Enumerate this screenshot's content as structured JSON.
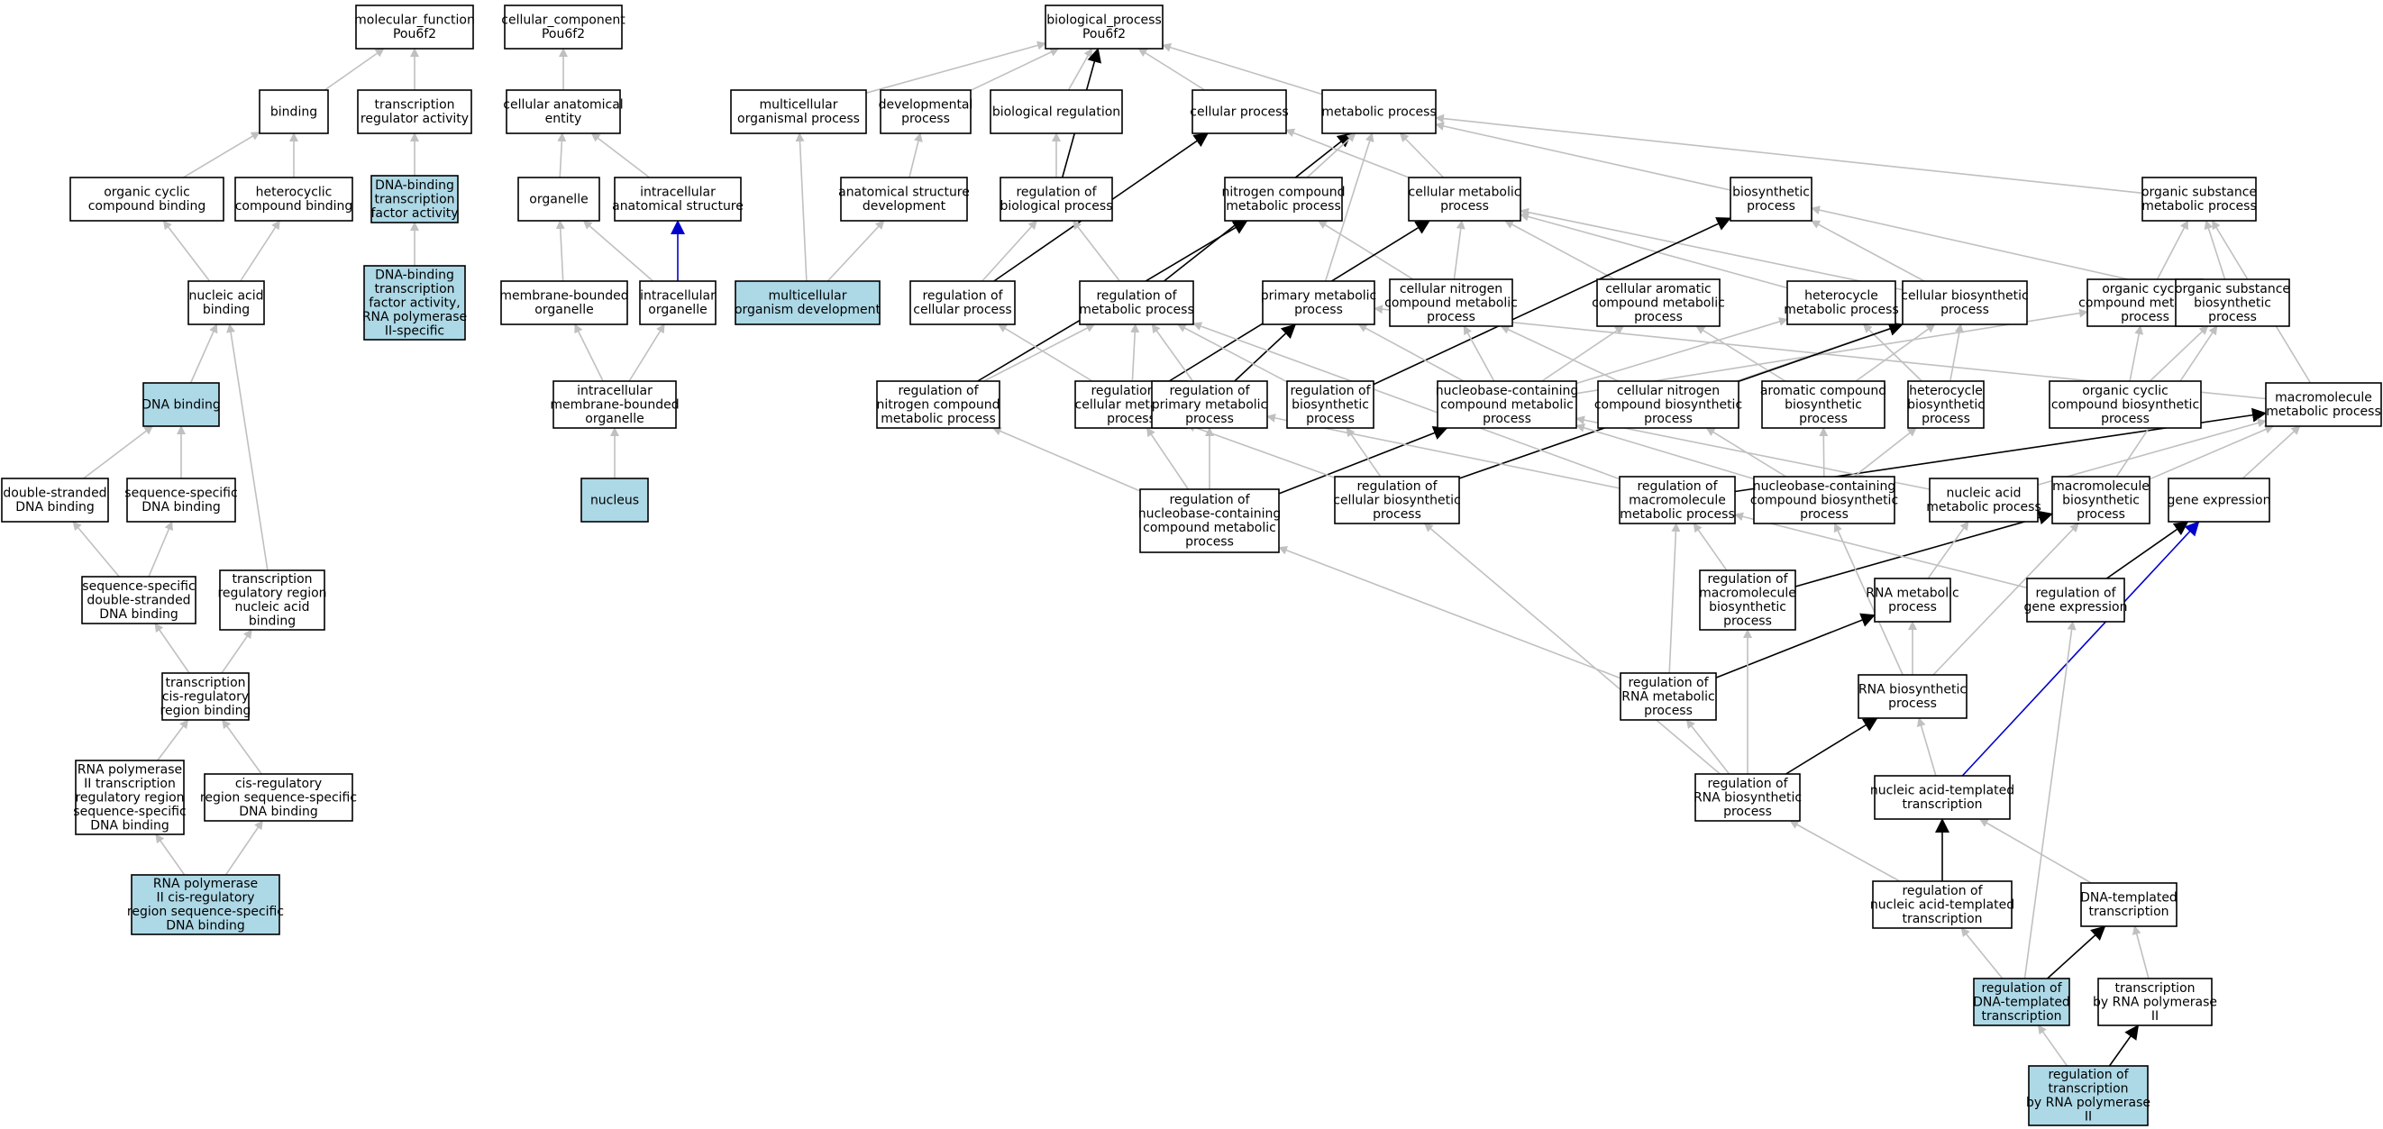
{
  "colors": {
    "plain": "#ffffff",
    "highlight": "#add8e6",
    "gray": "#c0c0c0",
    "black": "#000000",
    "blue": "#0000cc"
  },
  "nodes": {
    "mf": {
      "lines": [
        "molecular_function",
        "Pou6f2"
      ]
    },
    "cc": {
      "lines": [
        "cellular_component",
        "Pou6f2"
      ]
    },
    "bp": {
      "lines": [
        "biological_process",
        "Pou6f2"
      ]
    },
    "binding": {
      "lines": [
        "binding"
      ]
    },
    "tra": {
      "lines": [
        "transcription",
        "regulator activity"
      ]
    },
    "cae": {
      "lines": [
        "cellular anatomical",
        "entity"
      ]
    },
    "mop": {
      "lines": [
        "multicellular",
        "organismal process"
      ]
    },
    "dp": {
      "lines": [
        "developmental",
        "process"
      ]
    },
    "br": {
      "lines": [
        "biological regulation"
      ]
    },
    "cp": {
      "lines": [
        "cellular process"
      ]
    },
    "mp": {
      "lines": [
        "metabolic process"
      ]
    },
    "occb": {
      "lines": [
        "organic cyclic",
        "compound binding"
      ]
    },
    "hcb": {
      "lines": [
        "heterocyclic",
        "compound binding"
      ]
    },
    "dbtfa": {
      "lines": [
        "DNA-binding",
        "transcription",
        "factor activity"
      ],
      "highlight": true
    },
    "organelle": {
      "lines": [
        "organelle"
      ]
    },
    "ias": {
      "lines": [
        "intracellular",
        "anatomical structure"
      ]
    },
    "asd": {
      "lines": [
        "anatomical structure",
        "development"
      ]
    },
    "rbp": {
      "lines": [
        "regulation of",
        "biological process"
      ]
    },
    "ncmp": {
      "lines": [
        "nitrogen compound",
        "metabolic process"
      ]
    },
    "cmp": {
      "lines": [
        "cellular metabolic",
        "process"
      ]
    },
    "bsp": {
      "lines": [
        "biosynthetic",
        "process"
      ]
    },
    "osmp": {
      "lines": [
        "organic substance",
        "metabolic process"
      ]
    },
    "nab": {
      "lines": [
        "nucleic acid",
        "binding"
      ]
    },
    "dbtfa2": {
      "lines": [
        "DNA-binding",
        "transcription",
        "factor activity,",
        "RNA polymerase",
        "II-specific"
      ],
      "highlight": true
    },
    "mbo": {
      "lines": [
        "membrane-bounded",
        "organelle"
      ]
    },
    "io": {
      "lines": [
        "intracellular",
        "organelle"
      ]
    },
    "mod": {
      "lines": [
        "multicellular",
        "organism development"
      ],
      "highlight": true
    },
    "rcp": {
      "lines": [
        "regulation of",
        "cellular process"
      ]
    },
    "rmp": {
      "lines": [
        "regulation of",
        "metabolic process"
      ]
    },
    "pmp": {
      "lines": [
        "primary metabolic",
        "process"
      ]
    },
    "cncmp": {
      "lines": [
        "cellular nitrogen",
        "compound metabolic",
        "process"
      ]
    },
    "cacmp": {
      "lines": [
        "cellular aromatic",
        "compound metabolic",
        "process"
      ]
    },
    "hmp": {
      "lines": [
        "heterocycle",
        "metabolic process"
      ]
    },
    "cbp": {
      "lines": [
        "cellular biosynthetic",
        "process"
      ]
    },
    "occmp": {
      "lines": [
        "organic cyclic",
        "compound metabolic",
        "process"
      ]
    },
    "osbp": {
      "lines": [
        "organic substance",
        "biosynthetic",
        "process"
      ]
    },
    "dnab": {
      "lines": [
        "DNA binding"
      ],
      "highlight": true
    },
    "imbo": {
      "lines": [
        "intracellular",
        "membrane-bounded",
        "organelle"
      ]
    },
    "rncmp": {
      "lines": [
        "regulation of",
        "nitrogen compound",
        "metabolic process"
      ]
    },
    "rcmp": {
      "lines": [
        "regulation of",
        "cellular metabolic",
        "process"
      ]
    },
    "rpmp": {
      "lines": [
        "regulation of",
        "primary metabolic",
        "process"
      ]
    },
    "rbsp": {
      "lines": [
        "regulation of",
        "biosynthetic",
        "process"
      ]
    },
    "nbcmp": {
      "lines": [
        "nucleobase-containing",
        "compound metabolic",
        "process"
      ]
    },
    "cncbp": {
      "lines": [
        "cellular nitrogen",
        "compound biosynthetic",
        "process"
      ]
    },
    "acbp": {
      "lines": [
        "aromatic compound",
        "biosynthetic",
        "process"
      ]
    },
    "hbp": {
      "lines": [
        "heterocycle",
        "biosynthetic",
        "process"
      ]
    },
    "occbp": {
      "lines": [
        "organic cyclic",
        "compound biosynthetic",
        "process"
      ]
    },
    "mmp": {
      "lines": [
        "macromolecule",
        "metabolic process"
      ]
    },
    "dsdb": {
      "lines": [
        "double-stranded",
        "DNA binding"
      ]
    },
    "ssdb": {
      "lines": [
        "sequence-specific",
        "DNA binding"
      ]
    },
    "nucleus": {
      "lines": [
        "nucleus"
      ],
      "highlight": true
    },
    "rnbcmp": {
      "lines": [
        "regulation of",
        "nucleobase-containing",
        "compound metabolic",
        "process"
      ]
    },
    "rcbp": {
      "lines": [
        "regulation of",
        "cellular biosynthetic",
        "process"
      ]
    },
    "rmmp": {
      "lines": [
        "regulation of",
        "macromolecule",
        "metabolic process"
      ]
    },
    "nbcbp": {
      "lines": [
        "nucleobase-containing",
        "compound biosynthetic",
        "process"
      ]
    },
    "namp": {
      "lines": [
        "nucleic acid",
        "metabolic process"
      ]
    },
    "mbp": {
      "lines": [
        "macromolecule",
        "biosynthetic",
        "process"
      ]
    },
    "ge": {
      "lines": [
        "gene expression"
      ]
    },
    "ssdsdb": {
      "lines": [
        "sequence-specific",
        "double-stranded",
        "DNA binding"
      ]
    },
    "trrnab": {
      "lines": [
        "transcription",
        "regulatory region",
        "nucleic acid",
        "binding"
      ]
    },
    "rmbp": {
      "lines": [
        "regulation of",
        "macromolecule",
        "biosynthetic",
        "process"
      ]
    },
    "rnamp": {
      "lines": [
        "RNA metabolic",
        "process"
      ]
    },
    "rge": {
      "lines": [
        "regulation of",
        "gene expression"
      ]
    },
    "tcrrb": {
      "lines": [
        "transcription",
        "cis-regulatory",
        "region binding"
      ]
    },
    "rrmp": {
      "lines": [
        "regulation of",
        "RNA metabolic",
        "process"
      ]
    },
    "rnabp": {
      "lines": [
        "RNA biosynthetic",
        "process"
      ]
    },
    "rnap2": {
      "lines": [
        "RNA polymerase",
        "II transcription",
        "regulatory region",
        "sequence-specific",
        "DNA binding"
      ]
    },
    "crrssdb": {
      "lines": [
        "cis-regulatory",
        "region sequence-specific",
        "DNA binding"
      ]
    },
    "rrbp": {
      "lines": [
        "regulation of",
        "RNA biosynthetic",
        "process"
      ]
    },
    "natt": {
      "lines": [
        "nucleic acid-templated",
        "transcription"
      ]
    },
    "rnap2crr": {
      "lines": [
        "RNA polymerase",
        "II cis-regulatory",
        "region sequence-specific",
        "DNA binding"
      ],
      "highlight": true
    },
    "rnatt": {
      "lines": [
        "regulation of",
        "nucleic acid-templated",
        "transcription"
      ]
    },
    "dtt": {
      "lines": [
        "DNA-templated",
        "transcription"
      ]
    },
    "rdtt": {
      "lines": [
        "regulation of",
        "DNA-templated",
        "transcription"
      ],
      "highlight": true
    },
    "trp2": {
      "lines": [
        "transcription",
        "by RNA polymerase",
        "II"
      ]
    },
    "rtrp2": {
      "lines": [
        "regulation of",
        "transcription",
        "by RNA polymerase",
        "II"
      ],
      "highlight": true
    }
  },
  "edges": [
    [
      "binding",
      "mf",
      "g"
    ],
    [
      "tra",
      "mf",
      "g"
    ],
    [
      "occb",
      "binding",
      "g"
    ],
    [
      "hcb",
      "binding",
      "g"
    ],
    [
      "dbtfa",
      "tra",
      "g"
    ],
    [
      "dbtfa2",
      "dbtfa",
      "g"
    ],
    [
      "nab",
      "occb",
      "g"
    ],
    [
      "nab",
      "hcb",
      "g"
    ],
    [
      "dnab",
      "nab",
      "g"
    ],
    [
      "dsdb",
      "dnab",
      "g"
    ],
    [
      "ssdb",
      "dnab",
      "g"
    ],
    [
      "ssdsdb",
      "dsdb",
      "g"
    ],
    [
      "ssdsdb",
      "ssdb",
      "g"
    ],
    [
      "trrnab",
      "nab",
      "g"
    ],
    [
      "tcrrb",
      "ssdsdb",
      "g"
    ],
    [
      "tcrrb",
      "trrnab",
      "g"
    ],
    [
      "rnap2",
      "tcrrb",
      "g"
    ],
    [
      "crrssdb",
      "tcrrb",
      "g"
    ],
    [
      "rnap2crr",
      "rnap2",
      "g"
    ],
    [
      "rnap2crr",
      "crrssdb",
      "g"
    ],
    [
      "cae",
      "cc",
      "g"
    ],
    [
      "organelle",
      "cae",
      "g"
    ],
    [
      "ias",
      "cae",
      "g"
    ],
    [
      "mbo",
      "organelle",
      "g"
    ],
    [
      "io",
      "organelle",
      "g"
    ],
    [
      "io",
      "ias",
      "b"
    ],
    [
      "imbo",
      "mbo",
      "g"
    ],
    [
      "imbo",
      "io",
      "g"
    ],
    [
      "nucleus",
      "imbo",
      "g"
    ],
    [
      "mop",
      "bp",
      "g"
    ],
    [
      "dp",
      "bp",
      "g"
    ],
    [
      "br",
      "bp",
      "g"
    ],
    [
      "cp",
      "bp",
      "g"
    ],
    [
      "mp",
      "bp",
      "g"
    ],
    [
      "rbp",
      "bp",
      "k"
    ],
    [
      "asd",
      "dp",
      "g"
    ],
    [
      "rbp",
      "br",
      "g"
    ],
    [
      "mod",
      "mop",
      "g"
    ],
    [
      "mod",
      "asd",
      "g"
    ],
    [
      "rcp",
      "rbp",
      "g"
    ],
    [
      "rcp",
      "cp",
      "k"
    ],
    [
      "rmp",
      "rbp",
      "g"
    ],
    [
      "rmp",
      "mp",
      "k"
    ],
    [
      "ncmp",
      "mp",
      "g"
    ],
    [
      "cmp",
      "mp",
      "g"
    ],
    [
      "cmp",
      "cp",
      "g"
    ],
    [
      "pmp",
      "mp",
      "g"
    ],
    [
      "bsp",
      "mp",
      "g"
    ],
    [
      "osmp",
      "mp",
      "g"
    ],
    [
      "rncmp",
      "ncmp",
      "k"
    ],
    [
      "rncmp",
      "rmp",
      "g"
    ],
    [
      "cncmp",
      "ncmp",
      "g"
    ],
    [
      "cncmp",
      "cmp",
      "g"
    ],
    [
      "cacmp",
      "cmp",
      "g"
    ],
    [
      "hmp",
      "cmp",
      "g"
    ],
    [
      "cbp",
      "cmp",
      "g"
    ],
    [
      "cbp",
      "bsp",
      "g"
    ],
    [
      "occmp",
      "osmp",
      "g"
    ],
    [
      "osbp",
      "osmp",
      "g"
    ],
    [
      "osbp",
      "bsp",
      "g"
    ],
    [
      "rcmp",
      "rmp",
      "g"
    ],
    [
      "rcmp",
      "rcp",
      "g"
    ],
    [
      "rcmp",
      "cmp",
      "k"
    ],
    [
      "rpmp",
      "rmp",
      "g"
    ],
    [
      "rpmp",
      "pmp",
      "k"
    ],
    [
      "rbsp",
      "rmp",
      "g"
    ],
    [
      "rbsp",
      "bsp",
      "k"
    ],
    [
      "nbcmp",
      "cncmp",
      "g"
    ],
    [
      "nbcmp",
      "cacmp",
      "g"
    ],
    [
      "nbcmp",
      "hmp",
      "g"
    ],
    [
      "nbcmp",
      "occmp",
      "g"
    ],
    [
      "nbcmp",
      "pmp",
      "g"
    ],
    [
      "cncbp",
      "cncmp",
      "g"
    ],
    [
      "cncbp",
      "cbp",
      "g"
    ],
    [
      "acbp",
      "cacmp",
      "g"
    ],
    [
      "acbp",
      "cbp",
      "g"
    ],
    [
      "hbp",
      "hmp",
      "g"
    ],
    [
      "hbp",
      "cbp",
      "g"
    ],
    [
      "occbp",
      "occmp",
      "g"
    ],
    [
      "occbp",
      "osbp",
      "g"
    ],
    [
      "mmp",
      "osmp",
      "g"
    ],
    [
      "mmp",
      "pmp",
      "g"
    ],
    [
      "rnbcmp",
      "rncmp",
      "g"
    ],
    [
      "rnbcmp",
      "rcmp",
      "g"
    ],
    [
      "rnbcmp",
      "rpmp",
      "g"
    ],
    [
      "rnbcmp",
      "nbcmp",
      "k"
    ],
    [
      "rcbp",
      "rbsp",
      "g"
    ],
    [
      "rcbp",
      "rcmp",
      "g"
    ],
    [
      "rcbp",
      "cbp",
      "k"
    ],
    [
      "rmmp",
      "rpmp",
      "g"
    ],
    [
      "rmmp",
      "rmp",
      "g"
    ],
    [
      "rmmp",
      "mmp",
      "k"
    ],
    [
      "nbcbp",
      "nbcmp",
      "g"
    ],
    [
      "nbcbp",
      "hbp",
      "g"
    ],
    [
      "nbcbp",
      "acbp",
      "g"
    ],
    [
      "nbcbp",
      "cncbp",
      "g"
    ],
    [
      "namp",
      "nbcmp",
      "g"
    ],
    [
      "namp",
      "mmp",
      "g"
    ],
    [
      "mbp",
      "mmp",
      "g"
    ],
    [
      "mbp",
      "osbp",
      "g"
    ],
    [
      "ge",
      "mmp",
      "g"
    ],
    [
      "rmbp",
      "rmmp",
      "g"
    ],
    [
      "rmbp",
      "mbp",
      "k"
    ],
    [
      "rnamp",
      "namp",
      "g"
    ],
    [
      "rge",
      "rmmp",
      "g"
    ],
    [
      "rge",
      "ge",
      "k"
    ],
    [
      "rrmp",
      "rmmp",
      "g"
    ],
    [
      "rrmp",
      "rnbcmp",
      "g"
    ],
    [
      "rrmp",
      "rnamp",
      "k"
    ],
    [
      "rnabp",
      "rnamp",
      "g"
    ],
    [
      "rnabp",
      "mbp",
      "g"
    ],
    [
      "rnabp",
      "nbcbp",
      "g"
    ],
    [
      "rrbp",
      "rrmp",
      "g"
    ],
    [
      "rrbp",
      "rmbp",
      "g"
    ],
    [
      "rrbp",
      "rcbp",
      "g"
    ],
    [
      "rrbp",
      "rnabp",
      "k"
    ],
    [
      "natt",
      "rnabp",
      "g"
    ],
    [
      "natt",
      "ge",
      "b"
    ],
    [
      "rnatt",
      "rrbp",
      "g"
    ],
    [
      "rnatt",
      "natt",
      "k"
    ],
    [
      "dtt",
      "natt",
      "g"
    ],
    [
      "rdtt",
      "rnatt",
      "g"
    ],
    [
      "rdtt",
      "dtt",
      "k"
    ],
    [
      "rdtt",
      "rge",
      "g"
    ],
    [
      "trp2",
      "dtt",
      "g"
    ],
    [
      "rtrp2",
      "rdtt",
      "g"
    ],
    [
      "rtrp2",
      "trp2",
      "k"
    ]
  ]
}
